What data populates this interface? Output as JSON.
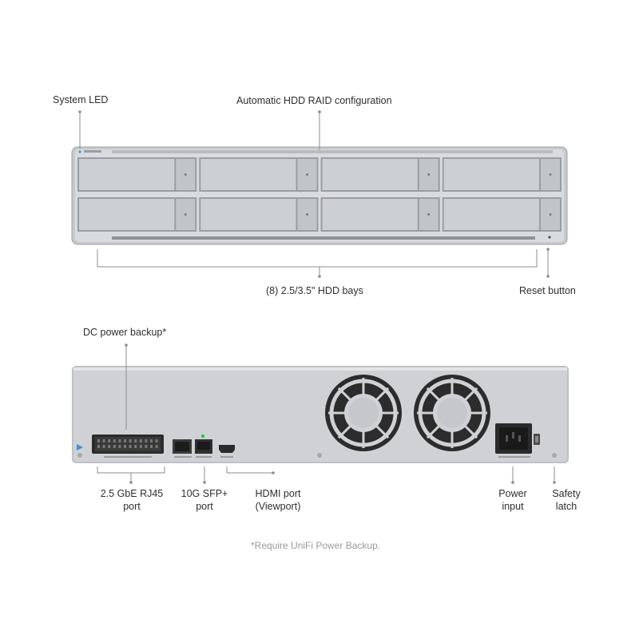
{
  "front_view": {
    "labels": {
      "system_led": "System LED",
      "raid": "Automatic HDD RAID configuration",
      "bays": "(8) 2.5/3.5\" HDD bays",
      "reset": "Reset button"
    },
    "bay_count": 8
  },
  "rear_view": {
    "labels": {
      "dc_power": "DC power backup*",
      "rj45_line1": "2.5 GbE RJ45",
      "rj45_line2": "port",
      "sfp_line1": "10G SFP+",
      "sfp_line2": "port",
      "hdmi_line1": "HDMI port",
      "hdmi_line2": "(Viewport)",
      "power_line1": "Power",
      "power_line2": "input",
      "latch_line1": "Safety",
      "latch_line2": "latch"
    },
    "fan_count": 2
  },
  "footnote": "*Require UniFi Power Backup.",
  "colors": {
    "chassis": "#d4d6d9",
    "chassis_edge": "#a9acb0",
    "tray": "#c9cbce",
    "tray_dark": "#9a9da1",
    "rear_panel": "#c8cacd",
    "port_black": "#2a2a2a",
    "link_led": "#27c93f",
    "leader_line": "#8c8c8c"
  }
}
